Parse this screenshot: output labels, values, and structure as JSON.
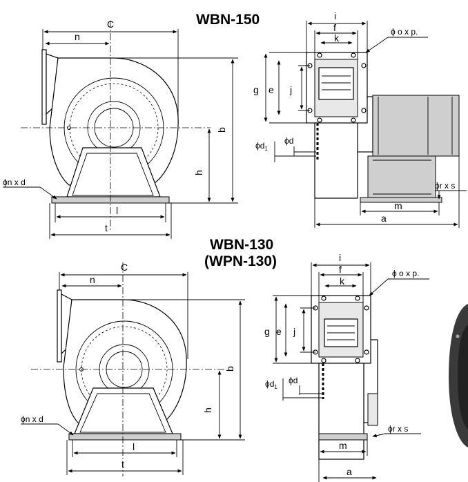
{
  "titles": {
    "top": "WBN-150",
    "bottom_line1": "WBN-130",
    "bottom_line2": "(WPN-130)"
  },
  "top_side_labels": {
    "C": "C",
    "n": "n",
    "b": "b",
    "h": "h",
    "l": "l",
    "t": "t",
    "phi_n_x_d": "ϕn x d"
  },
  "top_front_labels": {
    "i": "i",
    "f": "f",
    "k": "k",
    "g": "g",
    "e": "e",
    "j": "j",
    "phi_o_x_p": "ϕ o x p.",
    "phi_d1": "ϕd",
    "phi_d1_sub": "1",
    "phi_d": "ϕd",
    "m": "m",
    "a": "a",
    "phi_r_x_s": "ϕr x s"
  },
  "bottom_side_labels": {
    "C": "C",
    "n": "n",
    "b": "b",
    "h": "h",
    "l": "l",
    "t": "t",
    "phi_n_x_d": "ϕn x d"
  },
  "bottom_front_labels": {
    "i": "i",
    "f": "f",
    "k": "k",
    "g": "g",
    "e": "e",
    "j": "j",
    "phi_o_x_p": "ϕ o x p.",
    "phi_d1": "ϕd",
    "phi_d1_sub": "1",
    "phi_d": "ϕd",
    "m": "m",
    "a": "a",
    "phi_r_x_s": "ϕr x s"
  }
}
